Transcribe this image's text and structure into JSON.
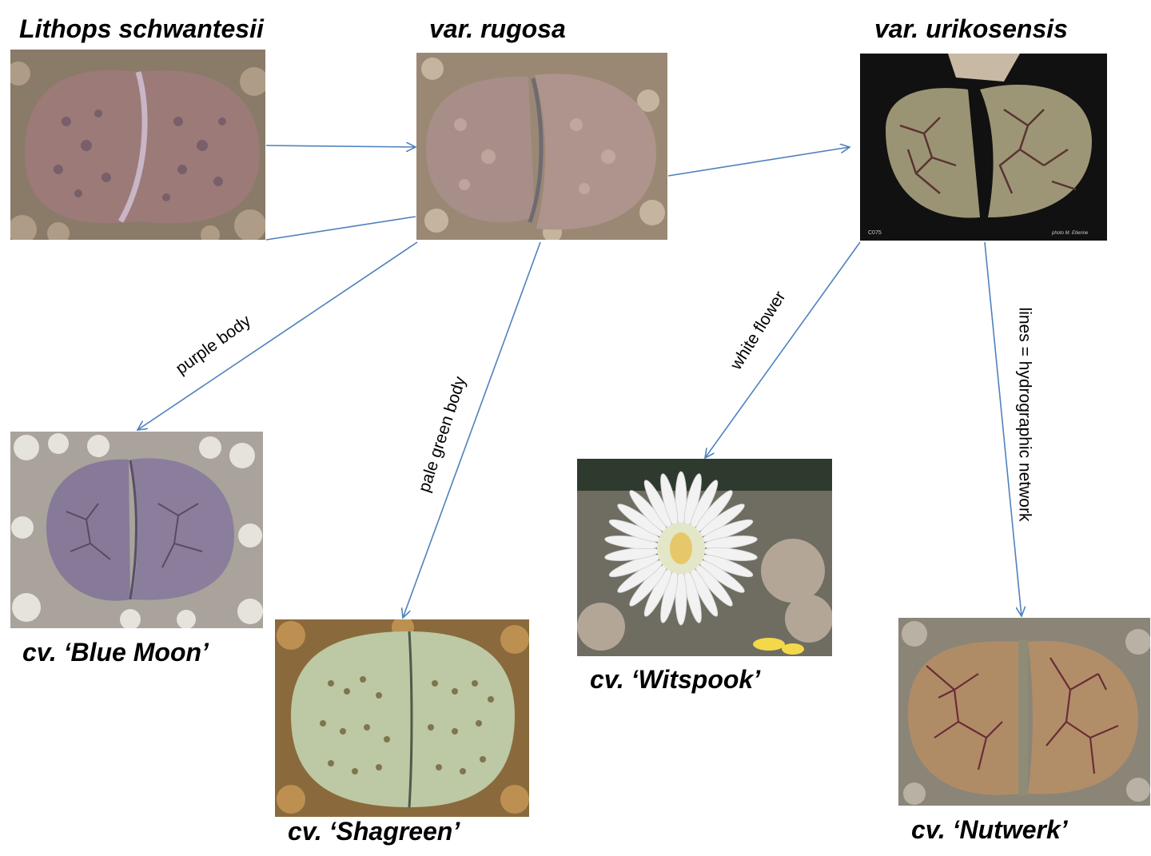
{
  "nodes": {
    "schwantesii": {
      "label": "Lithops schwantesii"
    },
    "rugosa": {
      "label": "var. rugosa"
    },
    "urikosensis": {
      "label": "var. urikosensis",
      "photo_code": "C075",
      "photo_credit": "photo M. Etienne"
    },
    "blue_moon": {
      "label": "cv. ‘Blue Moon’"
    },
    "shagreen": {
      "label": "cv. ‘Shagreen’"
    },
    "witspook": {
      "label": "cv. ‘Witspook’"
    },
    "nutwerk": {
      "label": "cv. ‘Nutwerk’"
    }
  },
  "edges": {
    "purple_body": "purple body",
    "pale_green_body": "pale green body",
    "white_flower": "white flower",
    "hydrographic": "lines = hydrographic network"
  },
  "colors": {
    "arrow": "#4f81bd"
  }
}
